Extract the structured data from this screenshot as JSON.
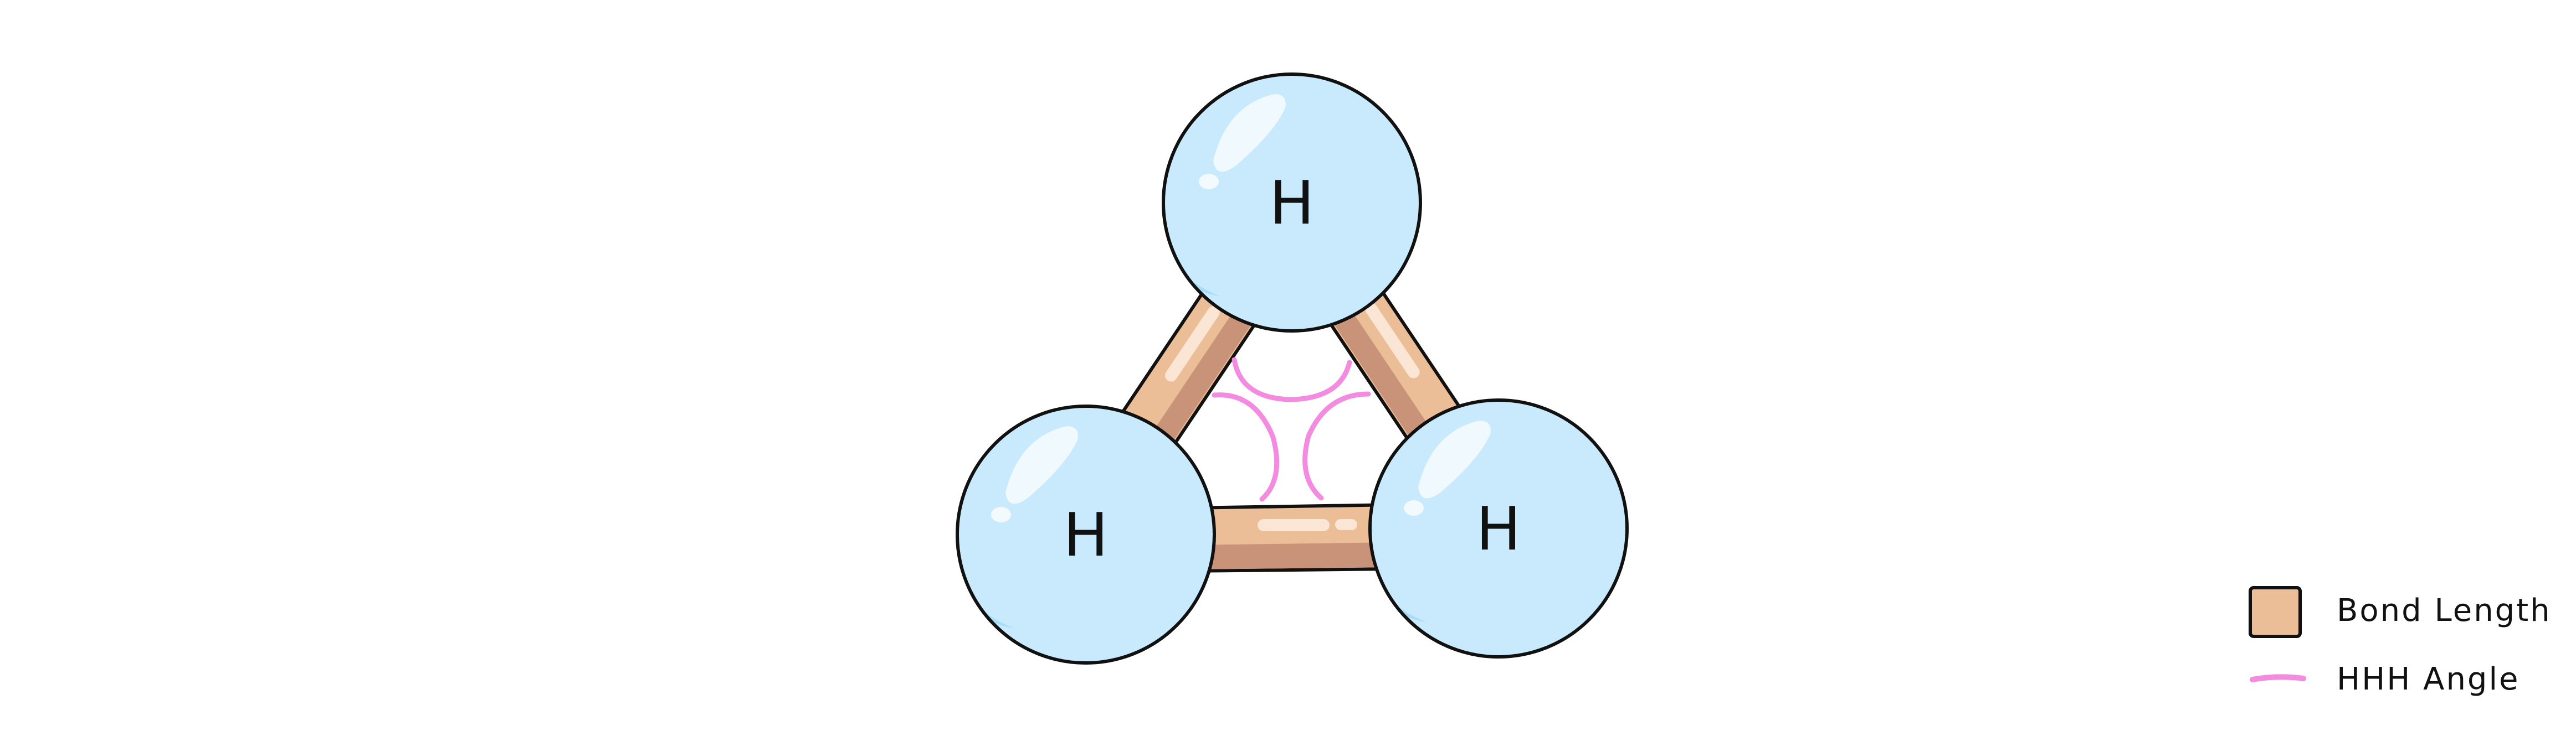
{
  "colors": {
    "atom_fill": "#c9eafc",
    "atom_shade": "#a5dcf8",
    "atom_highlight": "#ffffff",
    "bond_fill": "#ebbe98",
    "bond_shade": "#c9937a",
    "bond_highlight": "#fbe6d6",
    "angle": "#f38be0",
    "outline": "#111111"
  },
  "atoms": [
    {
      "label": "H"
    },
    {
      "label": "H"
    },
    {
      "label": "H"
    }
  ],
  "legend": {
    "bond_length": {
      "label": "Bond Length",
      "icon": "bond-swatch"
    },
    "angle": {
      "label": "HHH Angle",
      "icon": "angle-line"
    }
  }
}
